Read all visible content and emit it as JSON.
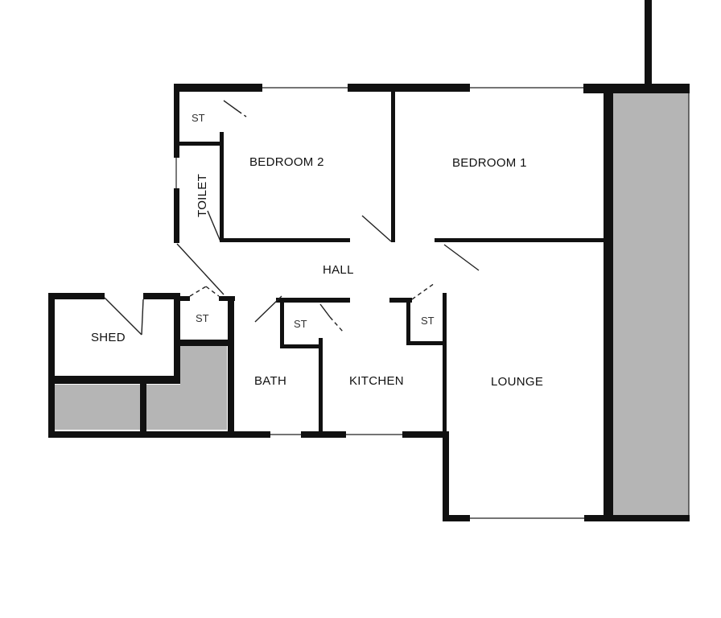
{
  "floorplan": {
    "rooms": {
      "bedroom1": "BEDROOM 1",
      "bedroom2": "BEDROOM 2",
      "hall": "HALL",
      "bath": "BATH",
      "kitchen": "KITCHEN",
      "lounge": "LOUNGE",
      "shed": "SHED",
      "toilet": "TOILET"
    },
    "stores": {
      "store_bedroom2": "ST",
      "store_hall": "ST",
      "store_bath": "ST",
      "store_kitchen": "ST"
    },
    "colors": {
      "wall": "#111111",
      "shaded": "#b5b5b5",
      "background": "#ffffff"
    }
  }
}
